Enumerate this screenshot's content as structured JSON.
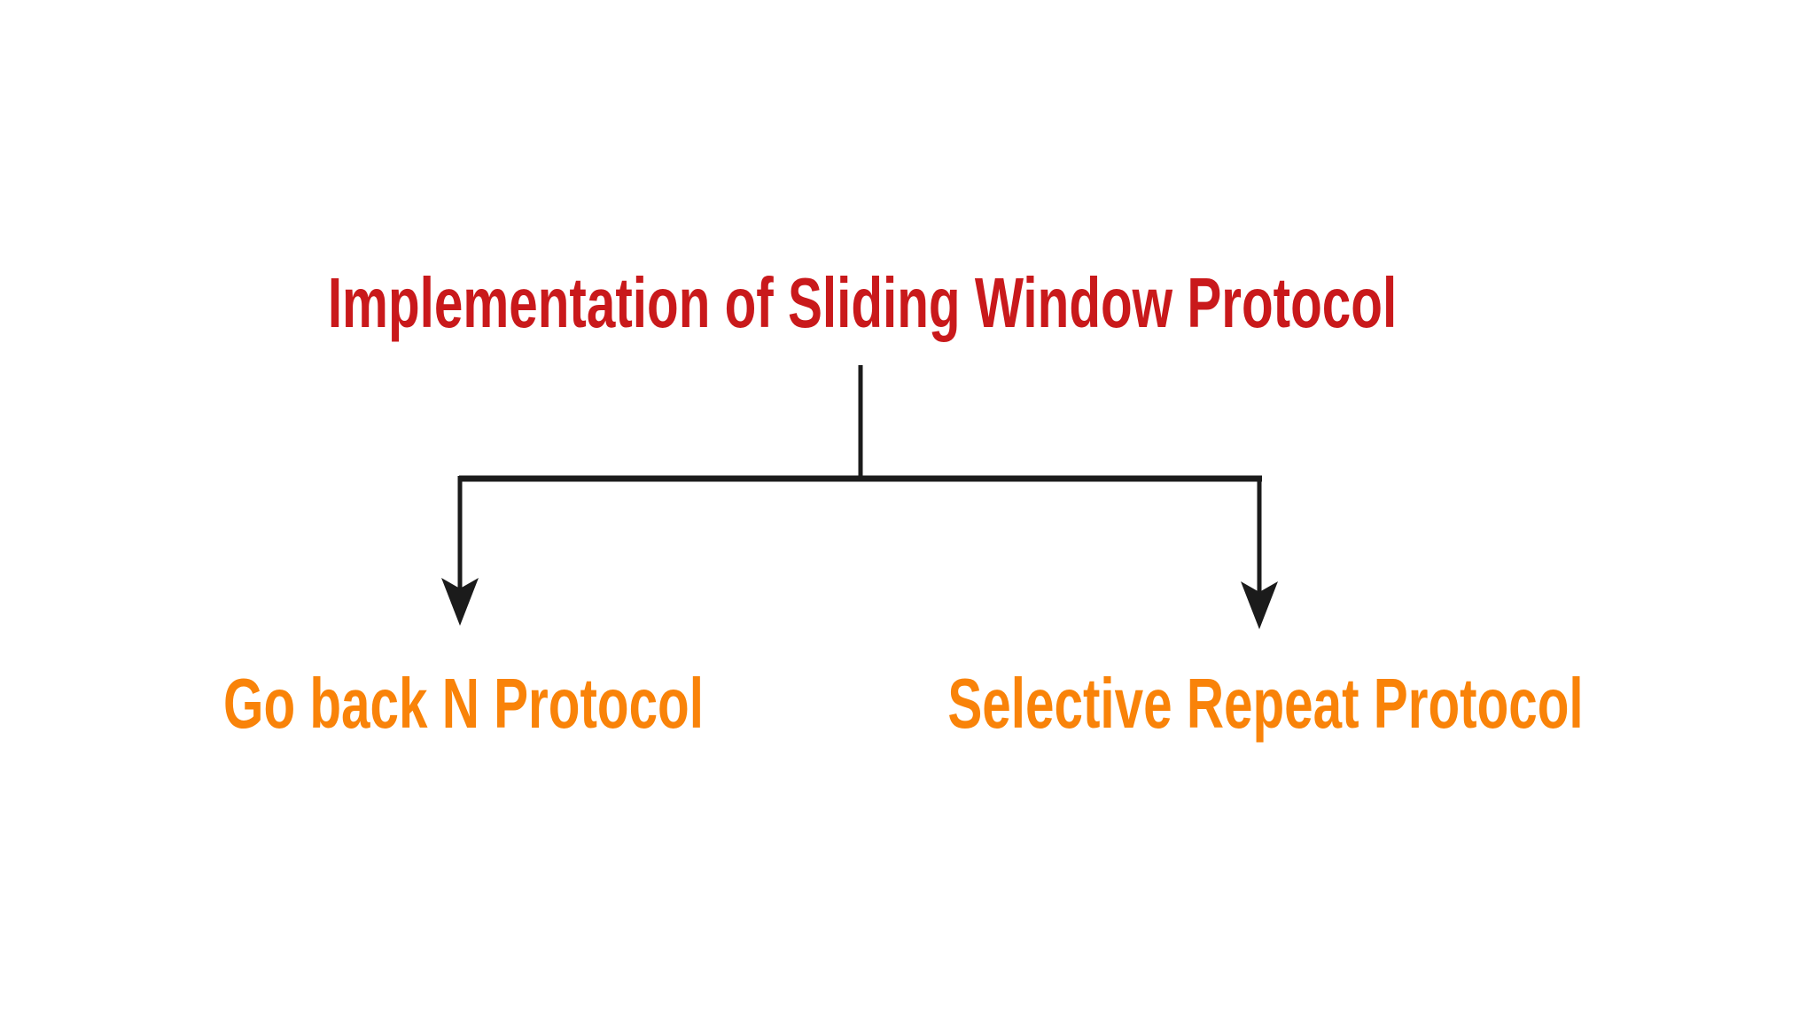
{
  "page": {
    "background": "#ffffff"
  },
  "diagram": {
    "root": {
      "label": "Implementation of Sliding Window Protocol",
      "color": "#c9191b"
    },
    "branches": [
      {
        "label": "Go back N Protocol",
        "color": "#f98309"
      },
      {
        "label": "Selective Repeat Protocol",
        "color": "#f98309"
      }
    ],
    "connector": {
      "color": "#1b1b1b",
      "shape": "T-branch with two downward arrowheads"
    }
  }
}
